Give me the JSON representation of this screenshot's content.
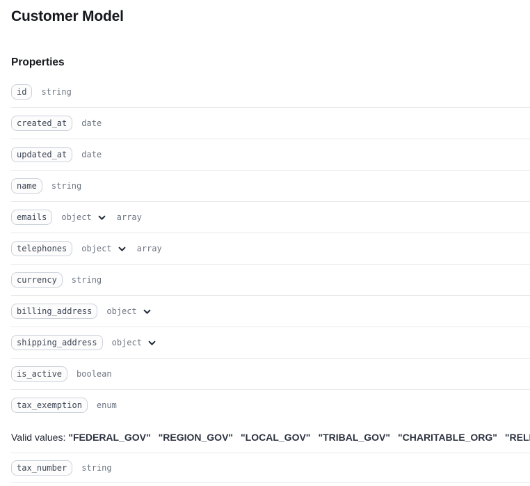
{
  "page": {
    "title": "Customer Model",
    "properties_heading": "Properties"
  },
  "colors": {
    "badge_border": "#ccd1da",
    "badge_text": "#3e4653",
    "type_text": "#6e7681",
    "divider": "#e7e8ea",
    "heading_text": "#16181d",
    "chevron": "#1f2937"
  },
  "icons": {
    "chevron_down": "⌄"
  },
  "properties": [
    {
      "name": "id",
      "types": [
        {
          "label": "string"
        }
      ]
    },
    {
      "name": "created_at",
      "types": [
        {
          "label": "date"
        }
      ]
    },
    {
      "name": "updated_at",
      "types": [
        {
          "label": "date"
        }
      ]
    },
    {
      "name": "name",
      "types": [
        {
          "label": "string"
        }
      ]
    },
    {
      "name": "emails",
      "types": [
        {
          "label": "object",
          "expandable": true
        },
        {
          "label": "array"
        }
      ]
    },
    {
      "name": "telephones",
      "types": [
        {
          "label": "object",
          "expandable": true
        },
        {
          "label": "array"
        }
      ]
    },
    {
      "name": "currency",
      "types": [
        {
          "label": "string"
        }
      ]
    },
    {
      "name": "billing_address",
      "types": [
        {
          "label": "object",
          "expandable": true
        }
      ]
    },
    {
      "name": "shipping_address",
      "types": [
        {
          "label": "object",
          "expandable": true
        }
      ]
    },
    {
      "name": "is_active",
      "types": [
        {
          "label": "boolean"
        }
      ]
    },
    {
      "name": "tax_exemption",
      "types": [
        {
          "label": "enum"
        }
      ],
      "valid_values": {
        "label": "Valid values:",
        "values": [
          "\"FEDERAL_GOV\"",
          "\"REGION_GOV\"",
          "\"LOCAL_GOV\"",
          "\"TRIBAL_GOV\"",
          "\"CHARITABLE_ORG\"",
          "\"RELIGIOUS_ORG\""
        ]
      }
    },
    {
      "name": "tax_number",
      "types": [
        {
          "label": "string"
        }
      ]
    }
  ]
}
